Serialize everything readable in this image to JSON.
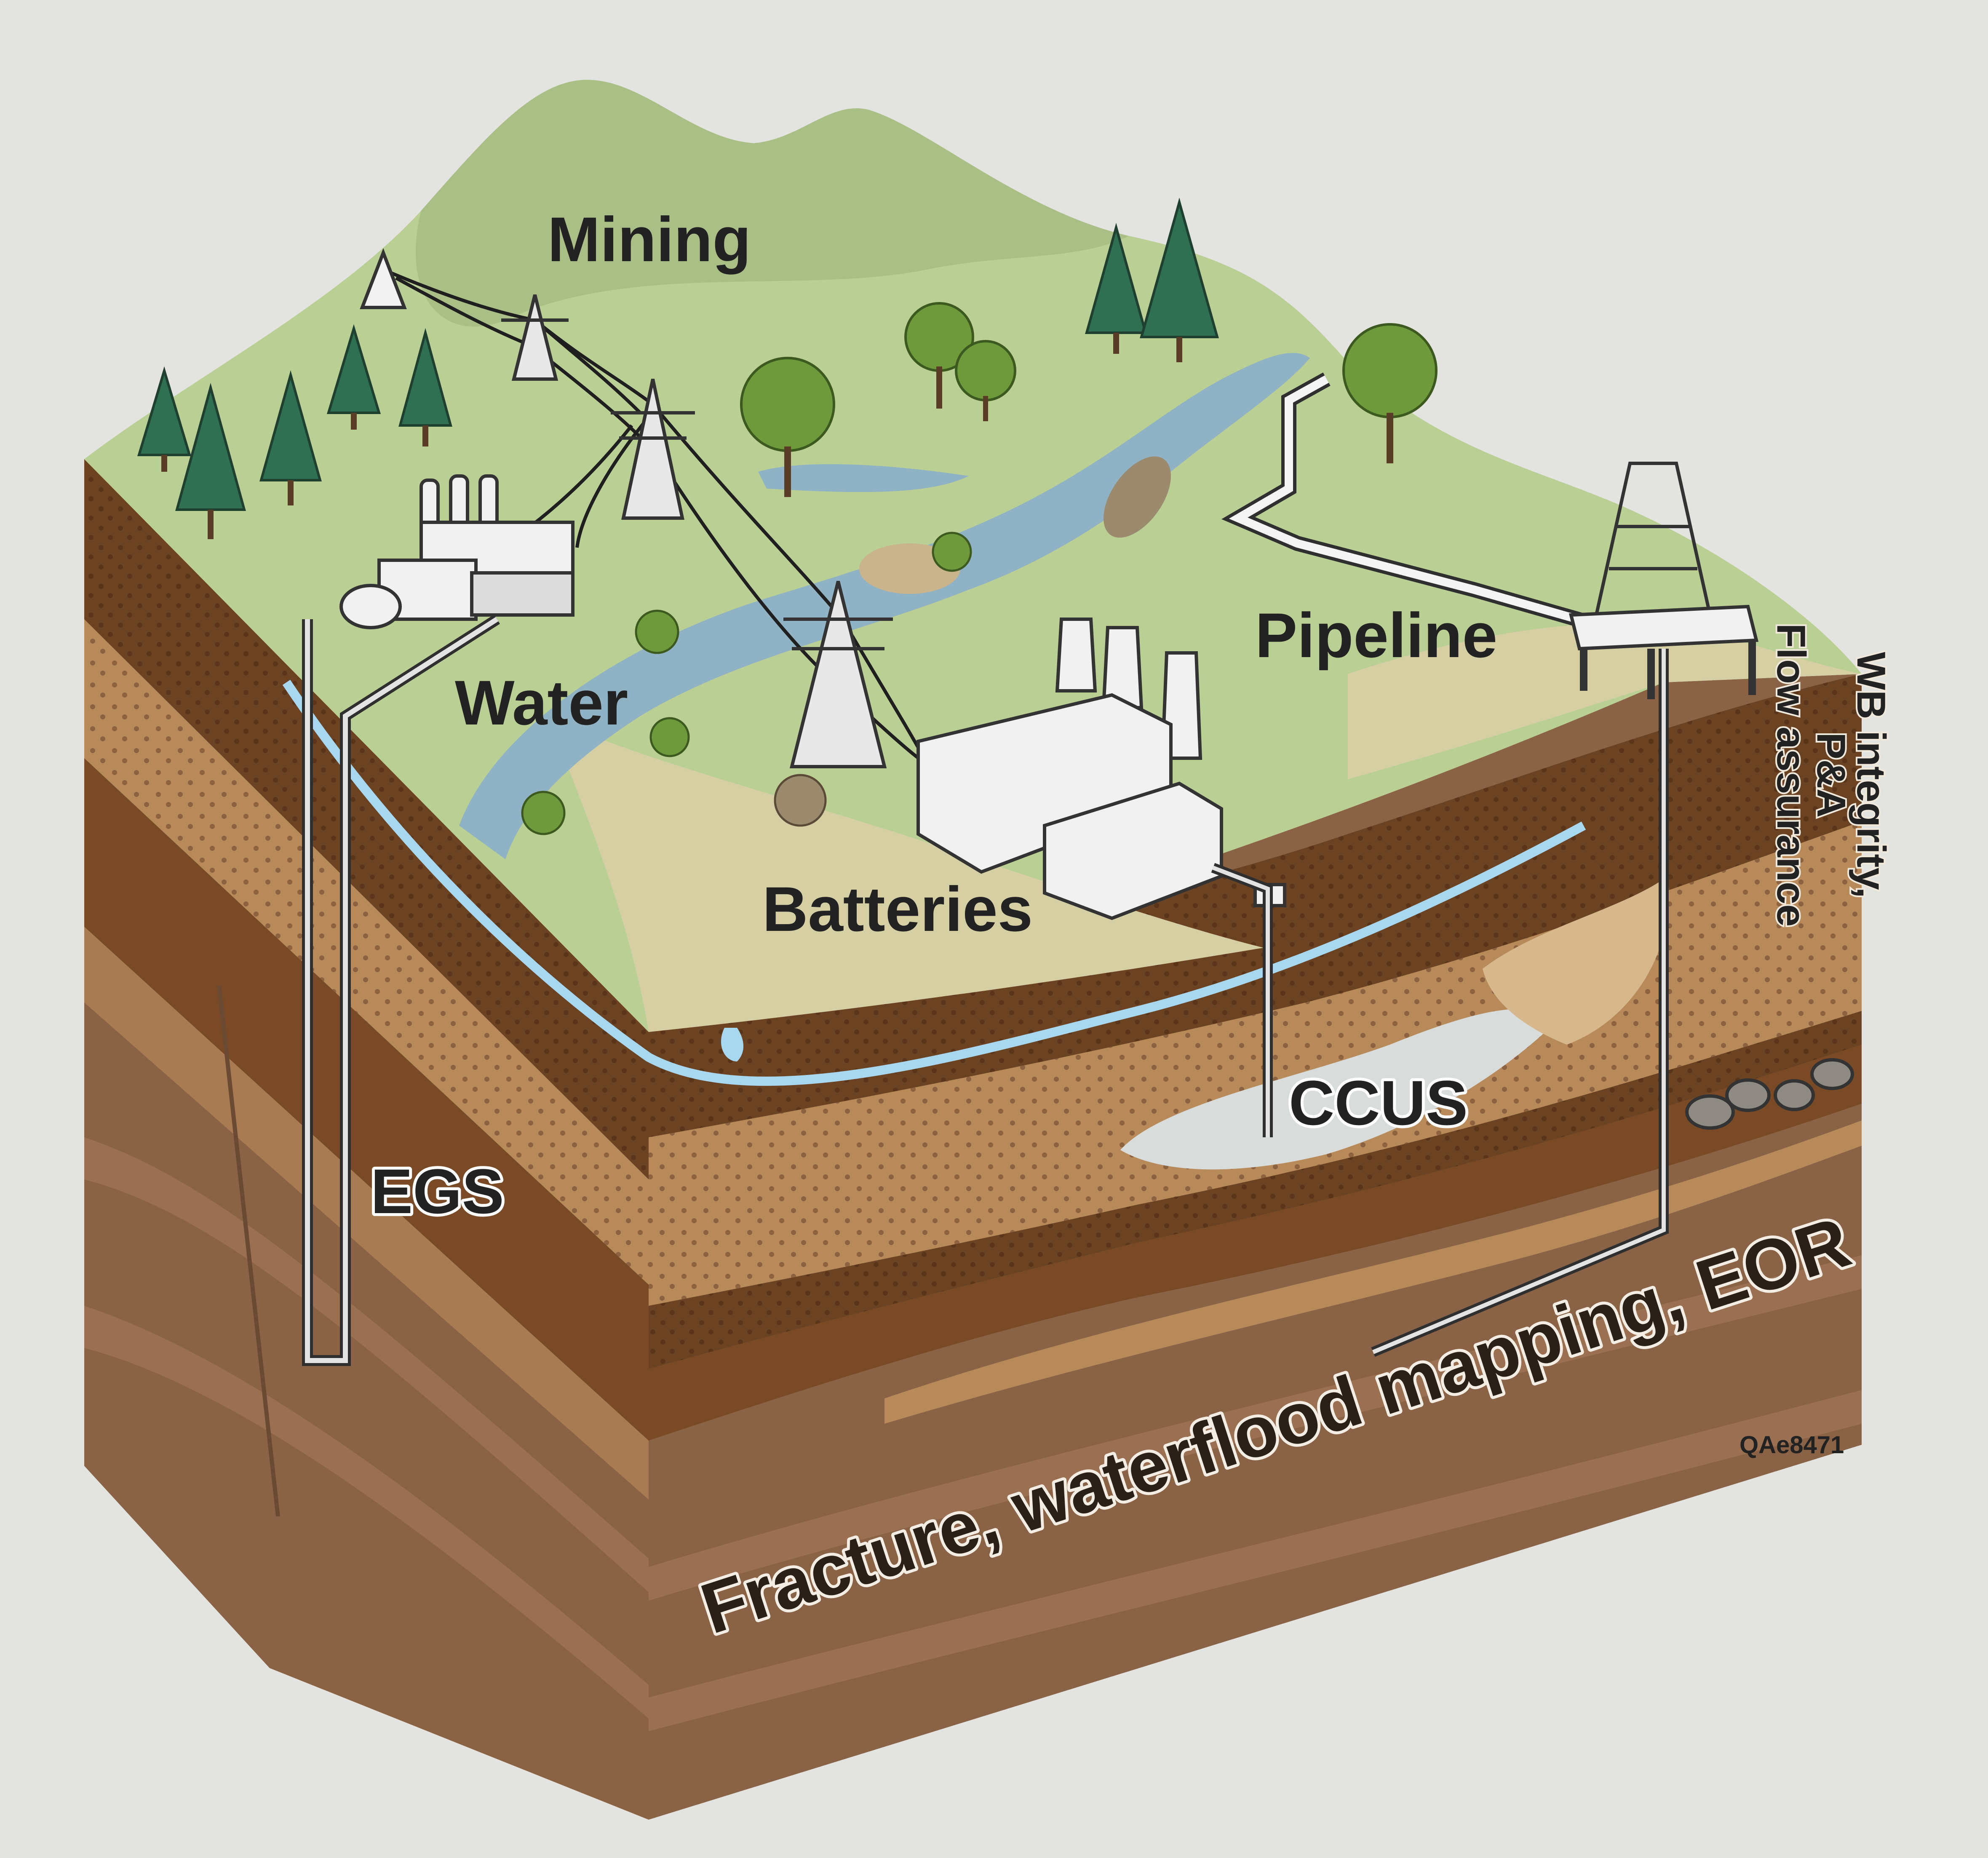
{
  "labels": {
    "mining": "Mining",
    "water": "Water",
    "pipeline": "Pipeline",
    "batteries": "Batteries",
    "ccus": "CCUS",
    "egs": "EGS",
    "wb_line1": "WB integrity,",
    "wb_line2": "P&A",
    "wb_line3": "Flow assurance",
    "fracture": "Fracture, waterflood mapping, EOR",
    "code": "QAe8471"
  },
  "colors": {
    "background": "#e3e4e0",
    "land": "#b9cf94",
    "mountain": "#a9bf86",
    "river": "#8fb3c4",
    "soil_dark": "#6b4323",
    "soil_mid": "#9a6a3f",
    "soil_light": "#b88a5a",
    "rock_deep": "#8a6346",
    "aquifer": "#a8d8f0",
    "tree_conifer": "#2f6f52",
    "tree_broadleaf": "#6f9a3c",
    "building": "#f1f1f1"
  }
}
